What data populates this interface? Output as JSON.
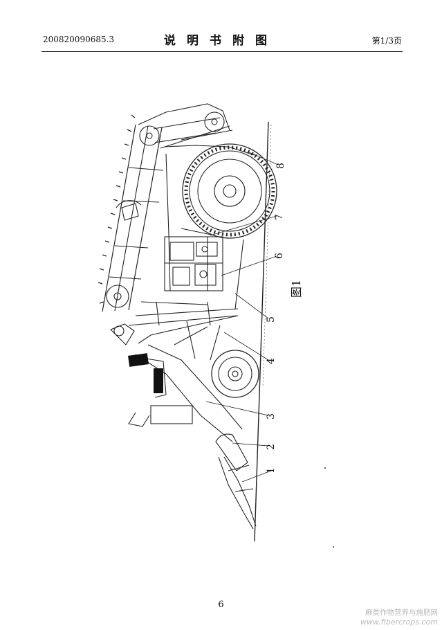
{
  "header": {
    "doc_number": "200820090685.3",
    "title": "说明书附图",
    "page_info": "第1/3页"
  },
  "figure": {
    "caption": "图1",
    "part_labels": [
      "1",
      "2",
      "3",
      "4",
      "5",
      "6",
      "7",
      "8"
    ]
  },
  "footer": {
    "page_number": "6"
  },
  "watermark": {
    "line1": "麻类作物营养与施肥网",
    "line2": "www.fibercrops.com"
  }
}
